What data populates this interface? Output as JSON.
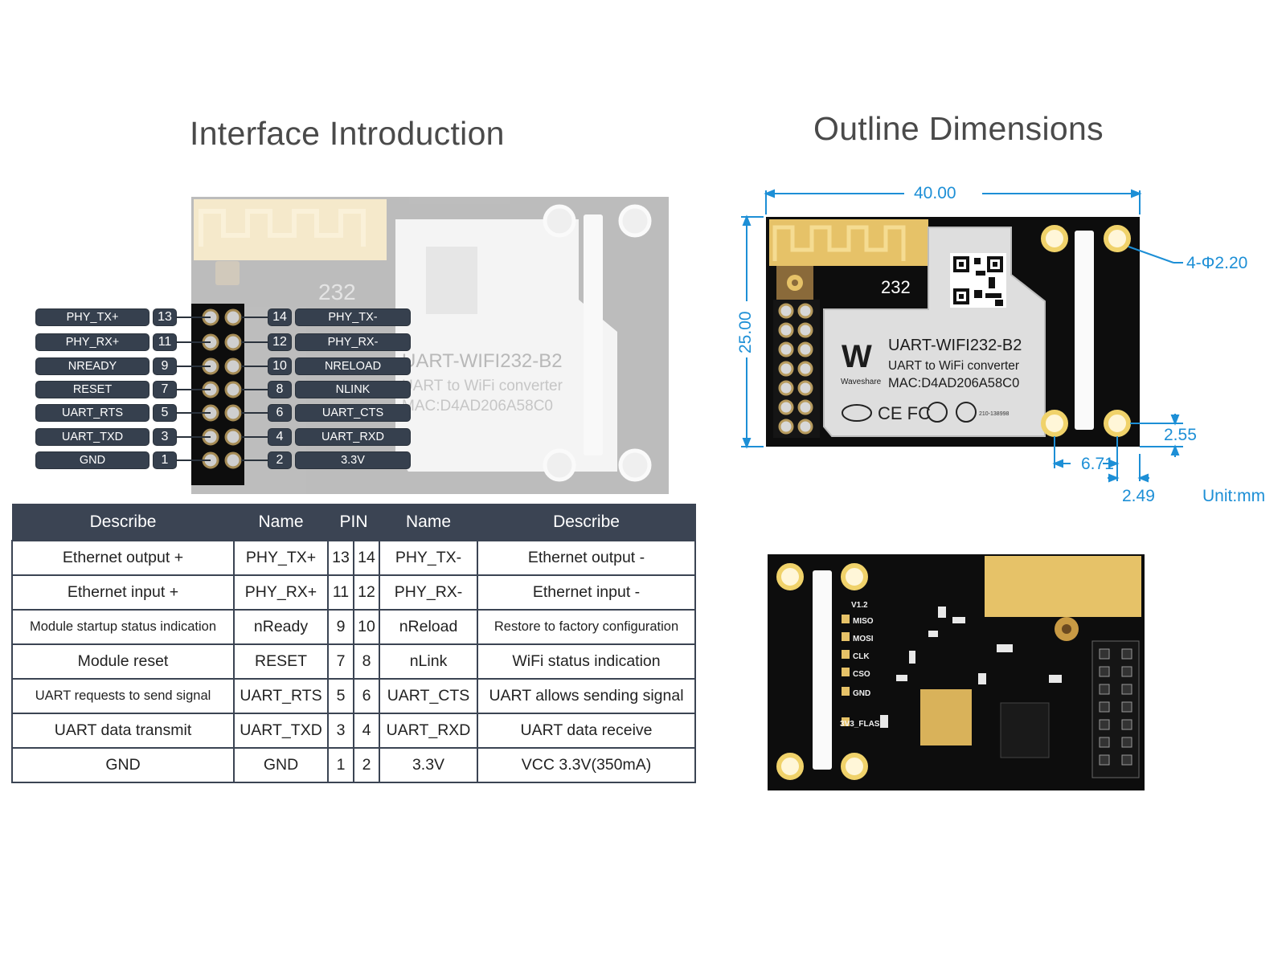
{
  "titles": {
    "interface": "Interface Introduction",
    "outline": "Outline Dimensions"
  },
  "board": {
    "model": "UART-WIFI232-B2",
    "subtitle": "UART to WiFi converter",
    "mac": "MAC:D4AD206A58C0",
    "brand": "Waveshare",
    "serial_marking": "232",
    "cert_code": "210-138998",
    "cert_marks": "CE FC",
    "back_labels": [
      "V1.2",
      "MISO",
      "MOSI",
      "CLK",
      "CSO",
      "GND",
      "3V3_FLASH"
    ]
  },
  "pin_labels": {
    "left": [
      {
        "label": "PHY_TX+",
        "pin": "13"
      },
      {
        "label": "PHY_RX+",
        "pin": "11"
      },
      {
        "label": "NREADY",
        "pin": "9"
      },
      {
        "label": "RESET",
        "pin": "7"
      },
      {
        "label": "UART_RTS",
        "pin": "5"
      },
      {
        "label": "UART_TXD",
        "pin": "3"
      },
      {
        "label": "GND",
        "pin": "1"
      }
    ],
    "right": [
      {
        "label": "PHY_TX-",
        "pin": "14"
      },
      {
        "label": "PHY_RX-",
        "pin": "12"
      },
      {
        "label": "NRELOAD",
        "pin": "10"
      },
      {
        "label": "NLINK",
        "pin": "8"
      },
      {
        "label": "UART_CTS",
        "pin": "6"
      },
      {
        "label": "UART_RXD",
        "pin": "4"
      },
      {
        "label": "3.3V",
        "pin": "2"
      }
    ]
  },
  "table": {
    "headers": [
      "Describe",
      "Name",
      "PIN",
      "Name",
      "Describe"
    ],
    "rows": [
      [
        "Ethernet output +",
        "PHY_TX+",
        "13",
        "14",
        "PHY_TX-",
        "Ethernet output -"
      ],
      [
        "Ethernet input +",
        "PHY_RX+",
        "11",
        "12",
        "PHY_RX-",
        "Ethernet input -"
      ],
      [
        "Module startup status indication",
        "nReady",
        "9",
        "10",
        "nReload",
        "Restore to factory configuration"
      ],
      [
        "Module reset",
        "RESET",
        "7",
        "8",
        "nLink",
        "WiFi status indication"
      ],
      [
        "UART requests to send signal",
        "UART_RTS",
        "5",
        "6",
        "UART_CTS",
        "UART allows sending signal"
      ],
      [
        "UART data transmit",
        "UART_TXD",
        "3",
        "4",
        "UART_RXD",
        "UART data receive"
      ],
      [
        "GND",
        "GND",
        "1",
        "2",
        "3.3V",
        "VCC 3.3V(350mA)"
      ]
    ]
  },
  "dimensions": {
    "width": "40.00",
    "height": "25.00",
    "holes": "4-Φ2.20",
    "edge_offset": "2.55",
    "hole_spacing": "6.71",
    "hole_offset": "2.49",
    "unit": "Unit:mm"
  },
  "colors": {
    "dimension_blue": "#1d8fd6",
    "label_dark": "#36404e",
    "pcb_black": "#0d0d0d",
    "gold": "#e6c268",
    "shield": "#dedede"
  }
}
